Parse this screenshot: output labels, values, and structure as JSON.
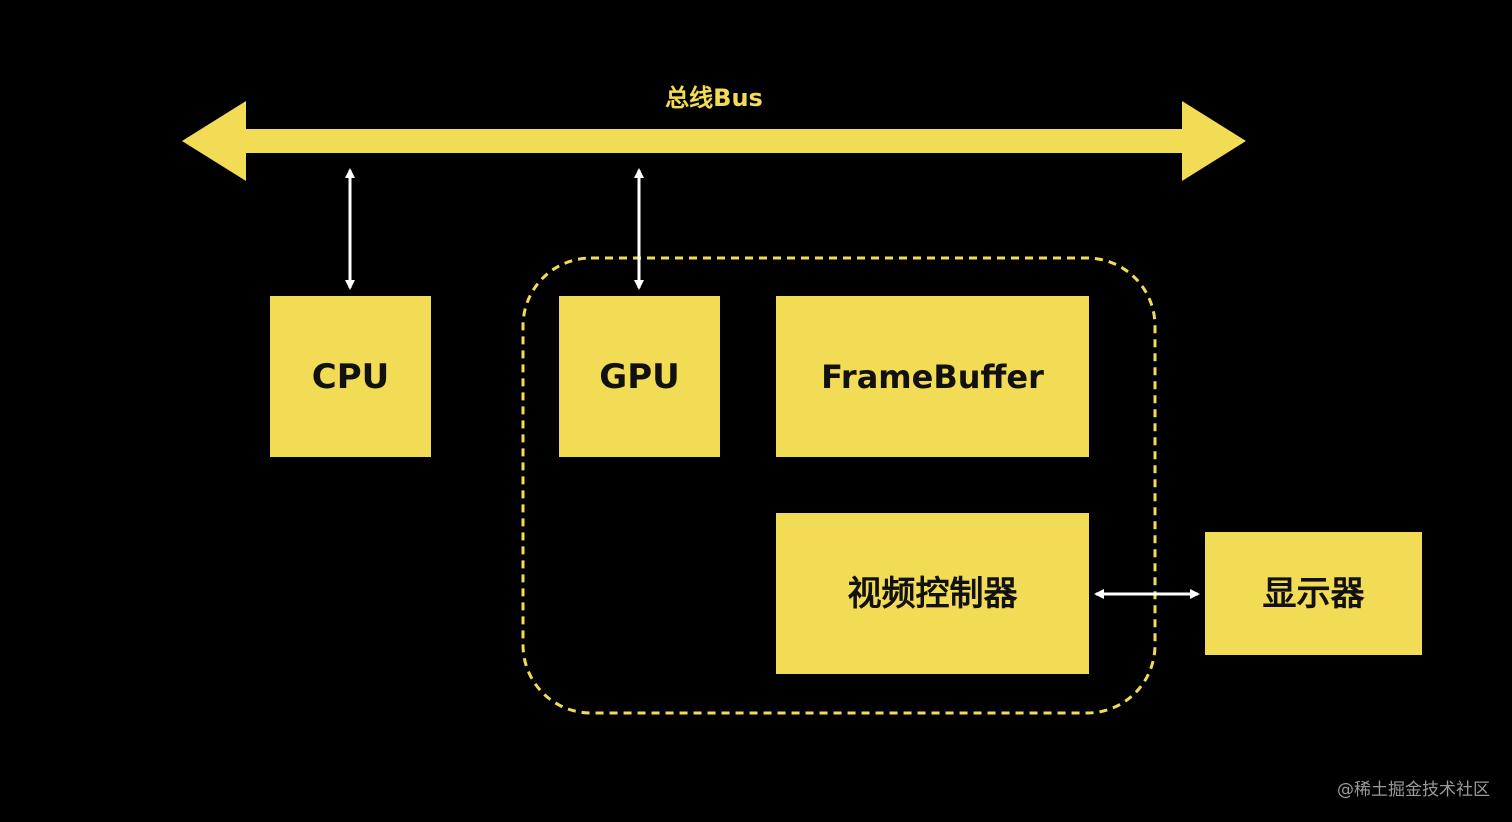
{
  "bus": {
    "label": "总线Bus"
  },
  "components": {
    "cpu": "CPU",
    "gpu": "GPU",
    "framebuffer": "FrameBuffer",
    "video_controller": "视频控制器",
    "display": "显示器"
  },
  "watermark": "@稀土掘金技术社区",
  "colors": {
    "background": "#000000",
    "accent": "#F2DC55",
    "arrow": "#FFFFFF",
    "label_text": "#111111"
  }
}
